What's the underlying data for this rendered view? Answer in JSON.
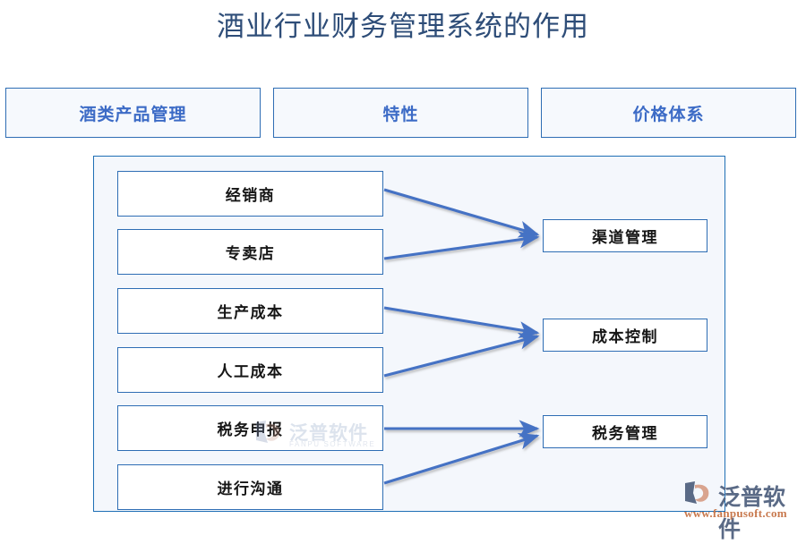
{
  "page": {
    "title": "酒业行业财务管理系统的作用",
    "background_color": "#FFFFFF",
    "panel_background_color": "#F4F7FC",
    "border_color": "#1F6FB5",
    "arrow_color": "#4472C4",
    "header_text_color": "#3C6BC6",
    "title_color": "#2E4D78"
  },
  "header_boxes": [
    {
      "label": "酒类产品管理"
    },
    {
      "label": "特性"
    },
    {
      "label": "价格体系"
    }
  ],
  "left_boxes": [
    {
      "label": "经销商"
    },
    {
      "label": "专卖店"
    },
    {
      "label": "生产成本"
    },
    {
      "label": "人工成本"
    },
    {
      "label": "税务申报"
    },
    {
      "label": "进行沟通"
    }
  ],
  "right_boxes": [
    {
      "label": "渠道管理"
    },
    {
      "label": "成本控制"
    },
    {
      "label": "税务管理"
    }
  ],
  "watermark": {
    "text": "泛普软件",
    "subtext": "FANPU SOFTWARE"
  },
  "logo": {
    "text": "泛普软件",
    "url": "www.fanpusoft.com"
  },
  "diagram_flows": [
    {
      "from": "经销商",
      "to": "渠道管理"
    },
    {
      "from": "专卖店",
      "to": "渠道管理"
    },
    {
      "from": "生产成本",
      "to": "成本控制"
    },
    {
      "from": "人工成本",
      "to": "成本控制"
    },
    {
      "from": "税务申报",
      "to": "税务管理"
    },
    {
      "from": "进行沟通",
      "to": "税务管理"
    }
  ]
}
